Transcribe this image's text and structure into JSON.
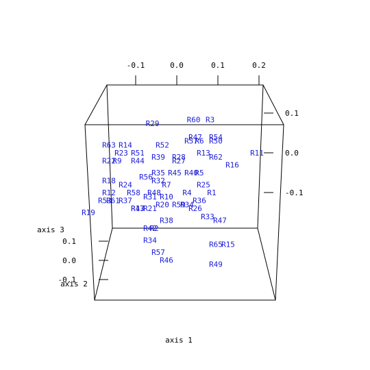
{
  "chart_data": {
    "type": "scatter",
    "subtype": "3d-text-labels",
    "x_axis": {
      "label": "axis 1",
      "ticks": [
        -0.1,
        0.0,
        0.1,
        0.2
      ],
      "tick_labels": [
        "-0.1",
        "0.0",
        "0.1",
        "0.2"
      ]
    },
    "y_axis": {
      "label": "axis 2",
      "ticks": [
        -0.1,
        0.0,
        0.1
      ],
      "tick_labels": [
        "-0.1",
        "0.0",
        "0.1"
      ]
    },
    "z_axis": {
      "label": "axis 3",
      "ticks": [
        -0.1,
        0.0,
        0.1
      ],
      "tick_labels": [
        "-0.1",
        "0.0",
        "0.1"
      ]
    },
    "grid": false,
    "label_color": "#1c1cd8",
    "points": [
      {
        "label": "R29",
        "x": -0.05,
        "y": 0.06,
        "z": 0.08
      },
      {
        "label": "R60",
        "x": 0.05,
        "y": 0.06,
        "z": 0.09
      },
      {
        "label": "R3",
        "x": 0.09,
        "y": 0.06,
        "z": 0.09
      },
      {
        "label": "R47",
        "x": 0.05,
        "y": 0.0,
        "z": 0.04
      },
      {
        "label": "R54",
        "x": 0.1,
        "y": 0.0,
        "z": 0.04
      },
      {
        "label": "R57",
        "x": 0.04,
        "y": 0.0,
        "z": 0.03
      },
      {
        "label": "R6",
        "x": 0.06,
        "y": 0.0,
        "z": 0.03
      },
      {
        "label": "R50",
        "x": 0.1,
        "y": 0.0,
        "z": 0.03
      },
      {
        "label": "R63",
        "x": -0.16,
        "y": 0.0,
        "z": 0.02
      },
      {
        "label": "R14",
        "x": -0.12,
        "y": 0.0,
        "z": 0.02
      },
      {
        "label": "R52",
        "x": -0.03,
        "y": 0.0,
        "z": 0.02
      },
      {
        "label": "R23",
        "x": -0.13,
        "y": 0.0,
        "z": 0.0
      },
      {
        "label": "R51",
        "x": -0.09,
        "y": 0.0,
        "z": 0.0
      },
      {
        "label": "R39",
        "x": -0.04,
        "y": 0.0,
        "z": -0.01
      },
      {
        "label": "R28",
        "x": 0.01,
        "y": 0.0,
        "z": -0.01
      },
      {
        "label": "R13",
        "x": 0.07,
        "y": 0.0,
        "z": 0.0
      },
      {
        "label": "R62",
        "x": 0.1,
        "y": 0.0,
        "z": -0.01
      },
      {
        "label": "R11",
        "x": 0.2,
        "y": 0.0,
        "z": 0.0
      },
      {
        "label": "R22",
        "x": -0.16,
        "y": 0.0,
        "z": -0.02
      },
      {
        "label": "R9",
        "x": -0.14,
        "y": 0.0,
        "z": -0.02
      },
      {
        "label": "R44",
        "x": -0.09,
        "y": 0.0,
        "z": -0.02
      },
      {
        "label": "R27",
        "x": 0.01,
        "y": 0.0,
        "z": -0.02
      },
      {
        "label": "R16",
        "x": 0.14,
        "y": 0.0,
        "z": -0.03
      },
      {
        "label": "R40",
        "x": 0.04,
        "y": 0.0,
        "z": -0.05
      },
      {
        "label": "R5",
        "x": 0.06,
        "y": 0.0,
        "z": -0.05
      },
      {
        "label": "R35",
        "x": -0.04,
        "y": 0.0,
        "z": -0.05
      },
      {
        "label": "R45",
        "x": 0.0,
        "y": 0.0,
        "z": -0.05
      },
      {
        "label": "R56",
        "x": -0.07,
        "y": 0.0,
        "z": -0.06
      },
      {
        "label": "R32",
        "x": -0.04,
        "y": 0.0,
        "z": -0.07
      },
      {
        "label": "R18",
        "x": -0.16,
        "y": 0.0,
        "z": -0.07
      },
      {
        "label": "R24",
        "x": -0.12,
        "y": 0.0,
        "z": -0.08
      },
      {
        "label": "R7",
        "x": -0.02,
        "y": 0.0,
        "z": -0.08
      },
      {
        "label": "R25",
        "x": 0.07,
        "y": 0.0,
        "z": -0.08
      },
      {
        "label": "R12",
        "x": -0.16,
        "y": 0.0,
        "z": -0.1
      },
      {
        "label": "R58",
        "x": -0.1,
        "y": 0.0,
        "z": -0.1
      },
      {
        "label": "R48",
        "x": -0.05,
        "y": 0.0,
        "z": -0.1
      },
      {
        "label": "R4",
        "x": 0.03,
        "y": 0.0,
        "z": -0.1
      },
      {
        "label": "R1",
        "x": 0.09,
        "y": 0.0,
        "z": -0.1
      },
      {
        "label": "R31",
        "x": -0.06,
        "y": 0.0,
        "z": -0.11
      },
      {
        "label": "R10",
        "x": -0.02,
        "y": 0.0,
        "z": -0.11
      },
      {
        "label": "R36",
        "x": 0.06,
        "y": 0.0,
        "z": -0.12
      },
      {
        "label": "R53",
        "x": -0.17,
        "y": 0.0,
        "z": -0.12
      },
      {
        "label": "R61",
        "x": -0.15,
        "y": 0.0,
        "z": -0.12
      },
      {
        "label": "R37",
        "x": -0.12,
        "y": 0.0,
        "z": -0.12
      },
      {
        "label": "R20",
        "x": -0.03,
        "y": 0.0,
        "z": -0.13
      },
      {
        "label": "R59",
        "x": 0.01,
        "y": 0.0,
        "z": -0.13
      },
      {
        "label": "R34",
        "x": 0.03,
        "y": 0.0,
        "z": -0.13
      },
      {
        "label": "R26",
        "x": 0.05,
        "y": 0.0,
        "z": -0.14
      },
      {
        "label": "R43",
        "x": -0.09,
        "y": 0.0,
        "z": -0.14
      },
      {
        "label": "R17",
        "x": -0.09,
        "y": 0.0,
        "z": -0.14
      },
      {
        "label": "R21",
        "x": -0.06,
        "y": 0.0,
        "z": -0.14
      },
      {
        "label": "R19",
        "x": -0.21,
        "y": 0.0,
        "z": -0.15
      },
      {
        "label": "R33",
        "x": 0.08,
        "y": 0.0,
        "z": -0.16
      },
      {
        "label": "R47",
        "x": 0.11,
        "y": 0.0,
        "z": -0.17
      },
      {
        "label": "R38",
        "x": -0.02,
        "y": 0.0,
        "z": -0.17
      },
      {
        "label": "R42",
        "x": -0.06,
        "y": 0.0,
        "z": -0.19
      },
      {
        "label": "R2",
        "x": -0.05,
        "y": 0.0,
        "z": -0.19
      },
      {
        "label": "R34",
        "x": -0.06,
        "y": 0.0,
        "z": -0.22
      },
      {
        "label": "R65",
        "x": 0.1,
        "y": 0.0,
        "z": -0.23
      },
      {
        "label": "R15",
        "x": 0.13,
        "y": 0.0,
        "z": -0.23
      },
      {
        "label": "R57",
        "x": -0.04,
        "y": 0.0,
        "z": -0.25
      },
      {
        "label": "R46",
        "x": -0.02,
        "y": 0.0,
        "z": -0.27
      },
      {
        "label": "R49",
        "x": 0.1,
        "y": 0.0,
        "z": -0.28
      }
    ]
  }
}
